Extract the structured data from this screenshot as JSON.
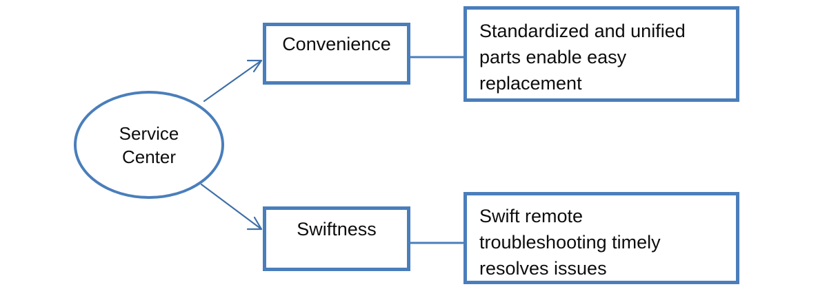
{
  "diagram": {
    "title": "Service Center benefits diagram",
    "colors": {
      "node_stroke": "#4A7EBB",
      "connector_stroke": "#4A7EBB",
      "arrow_stroke": "#3F6FA8",
      "node_fill": "#FFFFFF",
      "text": "#0D0D0D",
      "background": "#FFFFFF"
    },
    "root": {
      "shape": "ellipse",
      "label": "Service\nCenter"
    },
    "branches": [
      {
        "key": "convenience",
        "node_label": "Convenience",
        "detail_label": "Standardized and unified\nparts enable easy\nreplacement",
        "connector_kind": "arrow",
        "detail_connector_kind": "line"
      },
      {
        "key": "swiftness",
        "node_label": "Swiftness",
        "detail_label": "Swift remote\ntroubleshooting timely\nresolves issues",
        "connector_kind": "arrow",
        "detail_connector_kind": "line"
      }
    ]
  }
}
